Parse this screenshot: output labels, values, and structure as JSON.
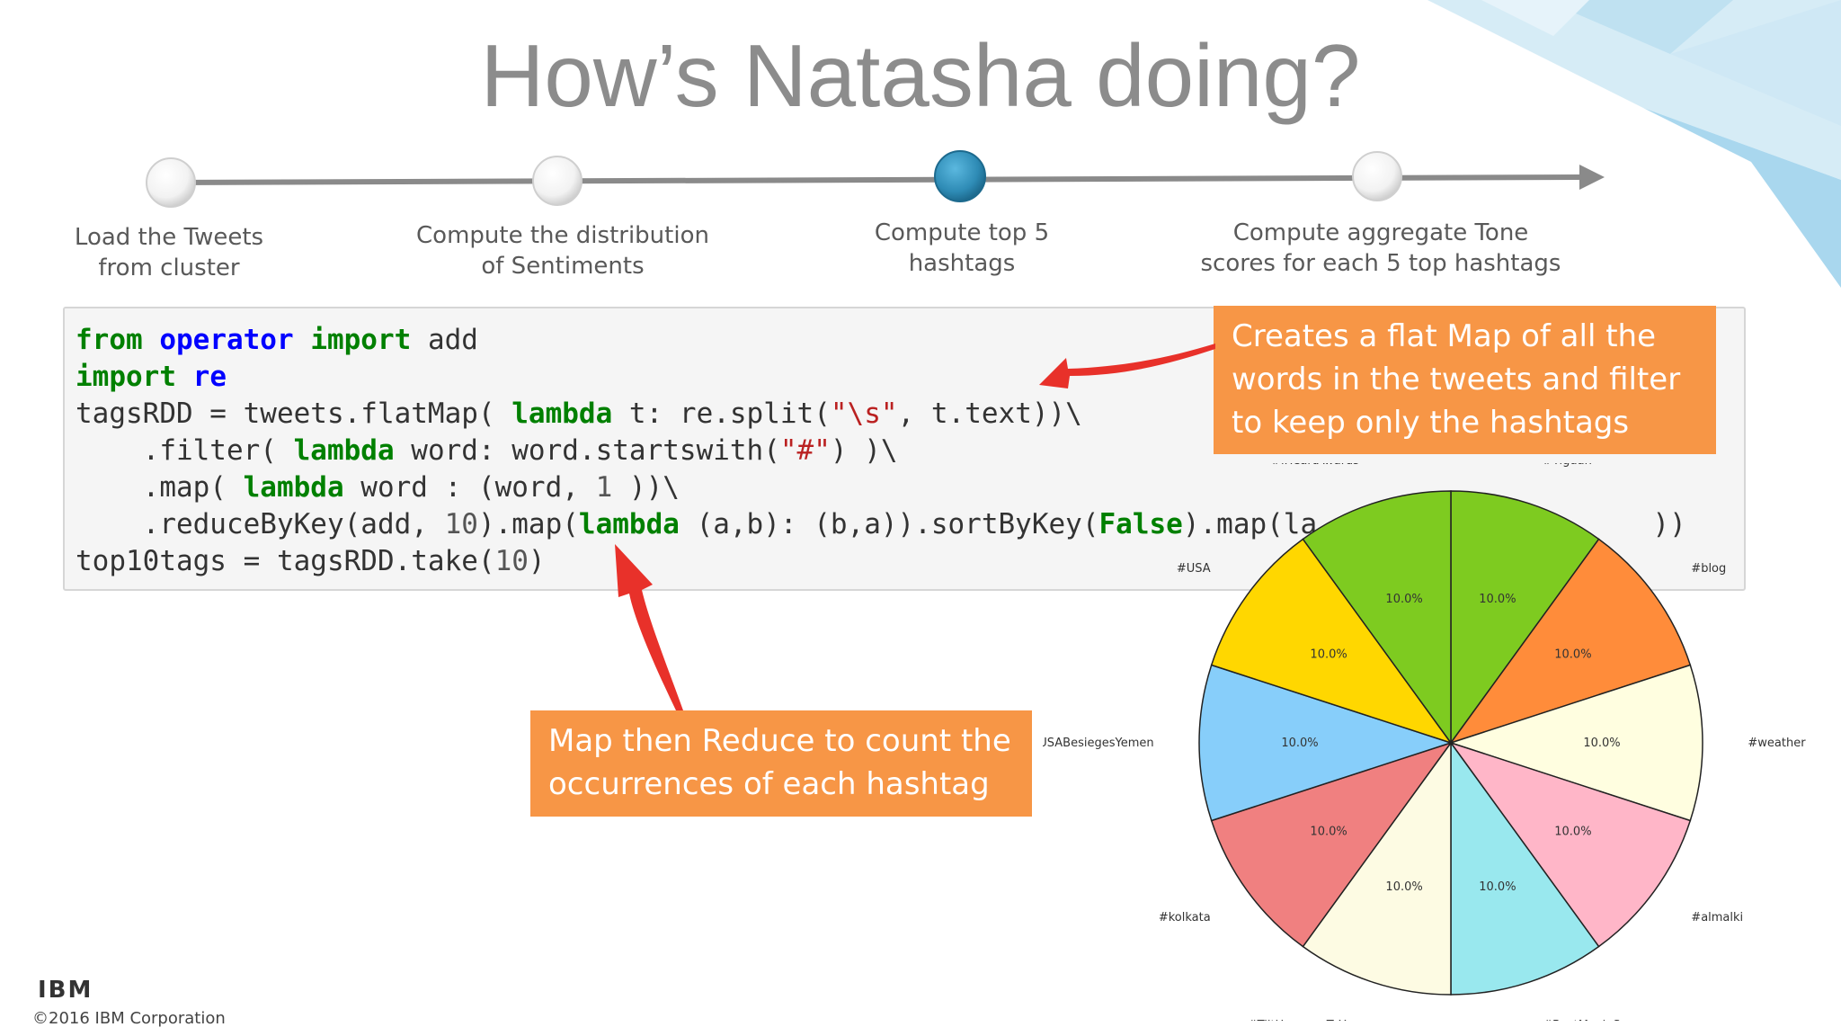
{
  "slide": {
    "title": "How’s Natasha doing?",
    "footer_logo": "IBM",
    "footer_copyright": "©2016 IBM Corporation"
  },
  "timeline": {
    "active_step": 3,
    "steps": [
      {
        "line1": "Load the Tweets",
        "line2": "from cluster"
      },
      {
        "line1": "Compute the distribution",
        "line2": "of Sentiments"
      },
      {
        "line1": "Compute top 5",
        "line2": "hashtags"
      },
      {
        "line1": "Compute aggregate Tone",
        "line2": "scores for each 5 top hashtags"
      }
    ]
  },
  "code": {
    "kw_from": "from",
    "mod_operator": "operator",
    "kw_import": "import",
    "add": "add",
    "mod_re": "re",
    "kw_lambda": "lambda",
    "l3_a": "tagsRDD = tweets.flatMap( ",
    "l3_b": " t: re.split(",
    "l3_str": "\"\\s\"",
    "l3_c": ", t.text))\\",
    "l4_a": "    .filter( ",
    "l4_b": " word: word.startswith(",
    "l4_str": "\"#\"",
    "l4_c": ") )\\",
    "l5_a": "    .map( ",
    "l5_b": " word : (word, ",
    "l5_num": "1",
    "l5_c": " ))\\",
    "l6_a": "    .reduceByKey(add, ",
    "l6_num": "10",
    "l6_b": ").map(",
    "l6_c": " (a,b): (b,a)).sortByKey(",
    "l6_false": "False",
    "l6_d": ").map(la",
    "l6_end": "))",
    "l7_a": "top10tags = tagsRDD.take(",
    "l7_num": "10",
    "l7_b": ")"
  },
  "callouts": {
    "flatmap": [
      "Creates a flat Map of all the",
      "words in the tweets and filter",
      "to keep only the hashtags"
    ],
    "reduce": [
      "Map then Reduce to count the",
      "occurrences of each hashtag"
    ]
  },
  "colors": {
    "callout": "#f79646",
    "arrow": "#e8312a",
    "timeline_active": "#2e8bb5"
  },
  "chart_data": {
    "type": "pie",
    "labels": [
      "#Tiguan",
      "#blog",
      "#weather",
      "#almalki",
      "#BestMovieSong",
      "#TiltHappensToYou",
      "#kolkata",
      "#USABesiegesYemen",
      "#USA",
      "#iHeartAwards"
    ],
    "values": [
      10.0,
      10.0,
      10.0,
      10.0,
      10.0,
      10.0,
      10.0,
      10.0,
      10.0,
      10.0
    ],
    "pct_labels": [
      "10.0%",
      "10.0%",
      "10.0%",
      "10.0%",
      "10.0%",
      "10.0%",
      "10.0%",
      "10.0%",
      "10.0%",
      "10.0%"
    ],
    "colors": [
      "#7ecb20",
      "#ff8c3a",
      "#fffee0",
      "#ffb6c8",
      "#99e8ee",
      "#fdfbe3",
      "#f08080",
      "#87cefa",
      "#ffd700",
      "#7ecb20"
    ],
    "start": "top",
    "direction": "clockwise"
  }
}
